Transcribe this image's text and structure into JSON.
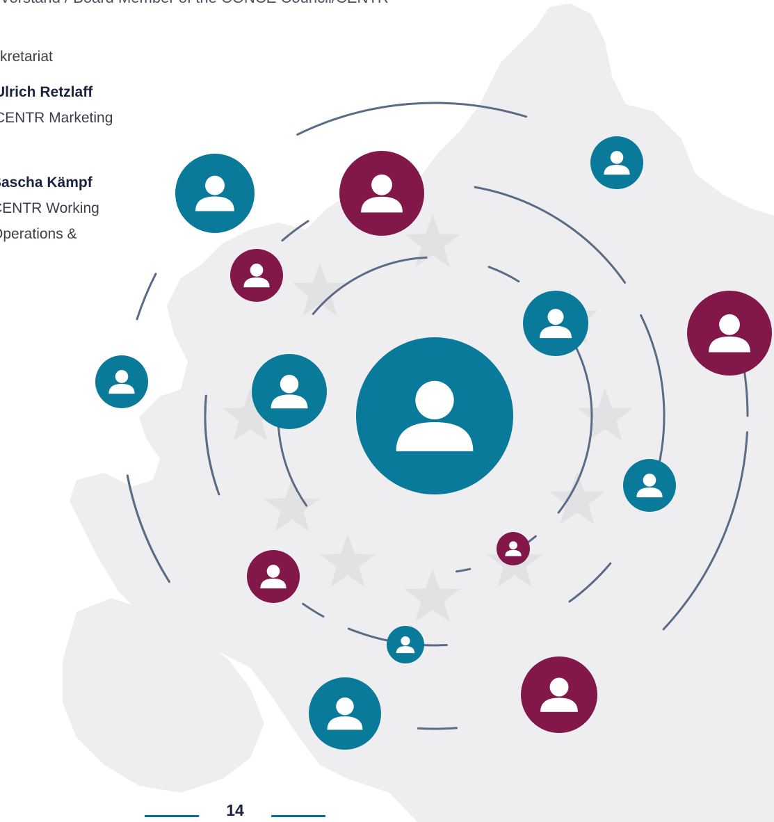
{
  "header": {
    "partial_line": "Vorstand / Board Member of the CONCE Council/CENTR"
  },
  "section": {
    "label": "kretariat"
  },
  "people": [
    {
      "name": "Ulrich Retzlaff",
      "lines": [
        "CENTR Marketing"
      ]
    },
    {
      "name": "Sascha Kämpf",
      "lines": [
        "CENTR Working",
        "Operations &"
      ]
    }
  ],
  "diagram": {
    "colors": {
      "teal": "#0a7a9a",
      "magenta": "#82184a",
      "arc": "#5a6b85",
      "map": "#eeeef0",
      "star": "#e2e2e5"
    },
    "center_icon": "person-icon",
    "node_icon": "person-icon"
  },
  "footer": {
    "page_number": "14"
  }
}
